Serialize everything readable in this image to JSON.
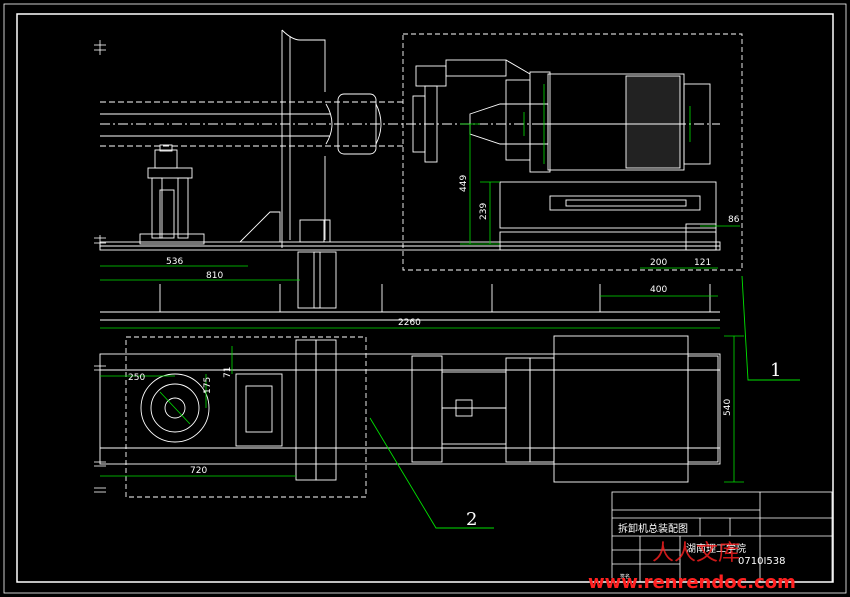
{
  "colors": {
    "background": "#000000",
    "lines": "#ffffff",
    "dimensions": "#00e000",
    "watermark": "#ff2020"
  },
  "dimensions": {
    "d449": "449",
    "d239": "239",
    "d536": "536",
    "d810": "810",
    "d2260": "2260",
    "d200": "200",
    "d121": "121",
    "d86": "86",
    "d400": "400",
    "d250": "250",
    "d175": "175",
    "d71": "71",
    "d720": "720",
    "d540": "540"
  },
  "view_labels": {
    "label1": "1",
    "label2": "2"
  },
  "title_block": {
    "drawing_title": "拆卸机总装配图",
    "school": "湖南理工学院",
    "code": "0710I538",
    "designer_mark": "签名"
  },
  "watermark": {
    "url": "www.renrendoc.com",
    "brand": "人人文库"
  }
}
